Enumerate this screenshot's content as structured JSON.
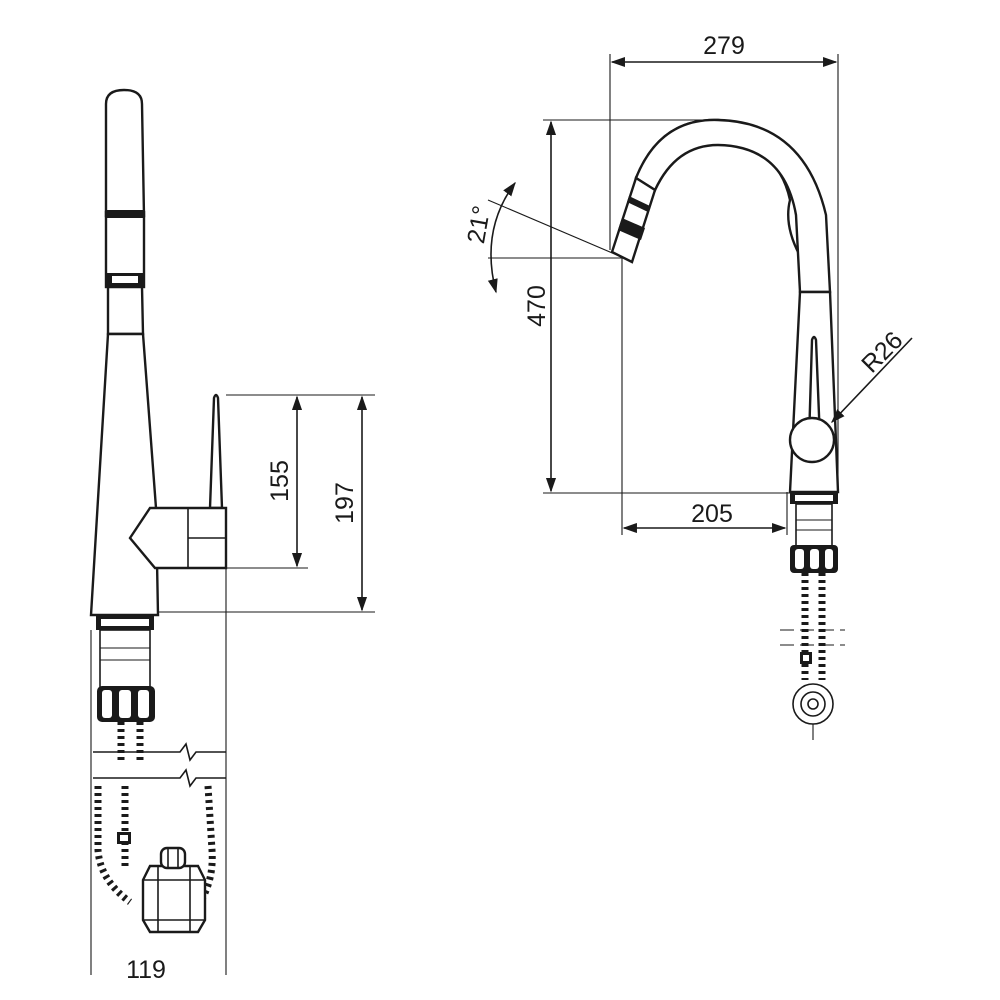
{
  "dimensions": {
    "width_top": "279",
    "spout_angle": "21°",
    "height_total": "470",
    "reach": "205",
    "handle_radius": "R26",
    "lever_height": "155",
    "base_to_lever": "197",
    "base_width": "119"
  }
}
